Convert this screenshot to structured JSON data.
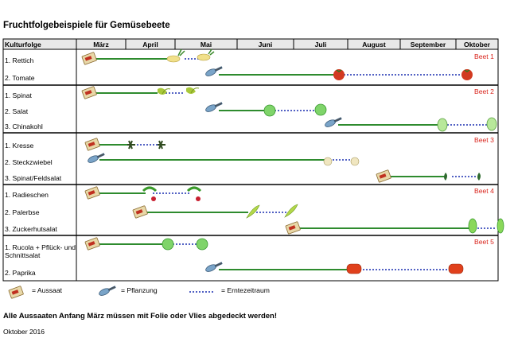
{
  "title": "Fruchtfolgebeispiele für Gemüsebeete",
  "header": {
    "first_col": "Kulturfolge",
    "months": [
      "März",
      "April",
      "Mai",
      "Juni",
      "Juli",
      "August",
      "September",
      "Oktober"
    ]
  },
  "beds": [
    {
      "label": "Beet 1",
      "rows": [
        "1. Rettich",
        "2. Tomate"
      ]
    },
    {
      "label": "Beet 2",
      "rows": [
        "1. Spinat",
        "2. Salat",
        "3. Chinakohl"
      ]
    },
    {
      "label": "Beet 3",
      "rows": [
        "1. Kresse",
        "2. Steckzwiebel",
        "3. Spinat/Feldsalat"
      ]
    },
    {
      "label": "Beet 4",
      "rows": [
        "1. Radieschen",
        "2. Palerbse",
        "3. Zuckerhutsalat"
      ]
    },
    {
      "label": "Beet 5",
      "rows": [
        "1. Rucola + Pflück- und Schnittsalat",
        "2. Paprika"
      ]
    }
  ],
  "legend": {
    "sowing": "= Aussaat",
    "planting": "= Pflanzung",
    "harvest": "= Erntezeitraum"
  },
  "note": "Alle Aussaaten Anfang März müssen mit Folie oder Vlies abgedeckt werden!",
  "date": "Oktober 2016",
  "colors": {
    "growth_line": "#2e8b2e",
    "harvest_line": "#1a2fb0",
    "bed_label": "#d9241c"
  }
}
